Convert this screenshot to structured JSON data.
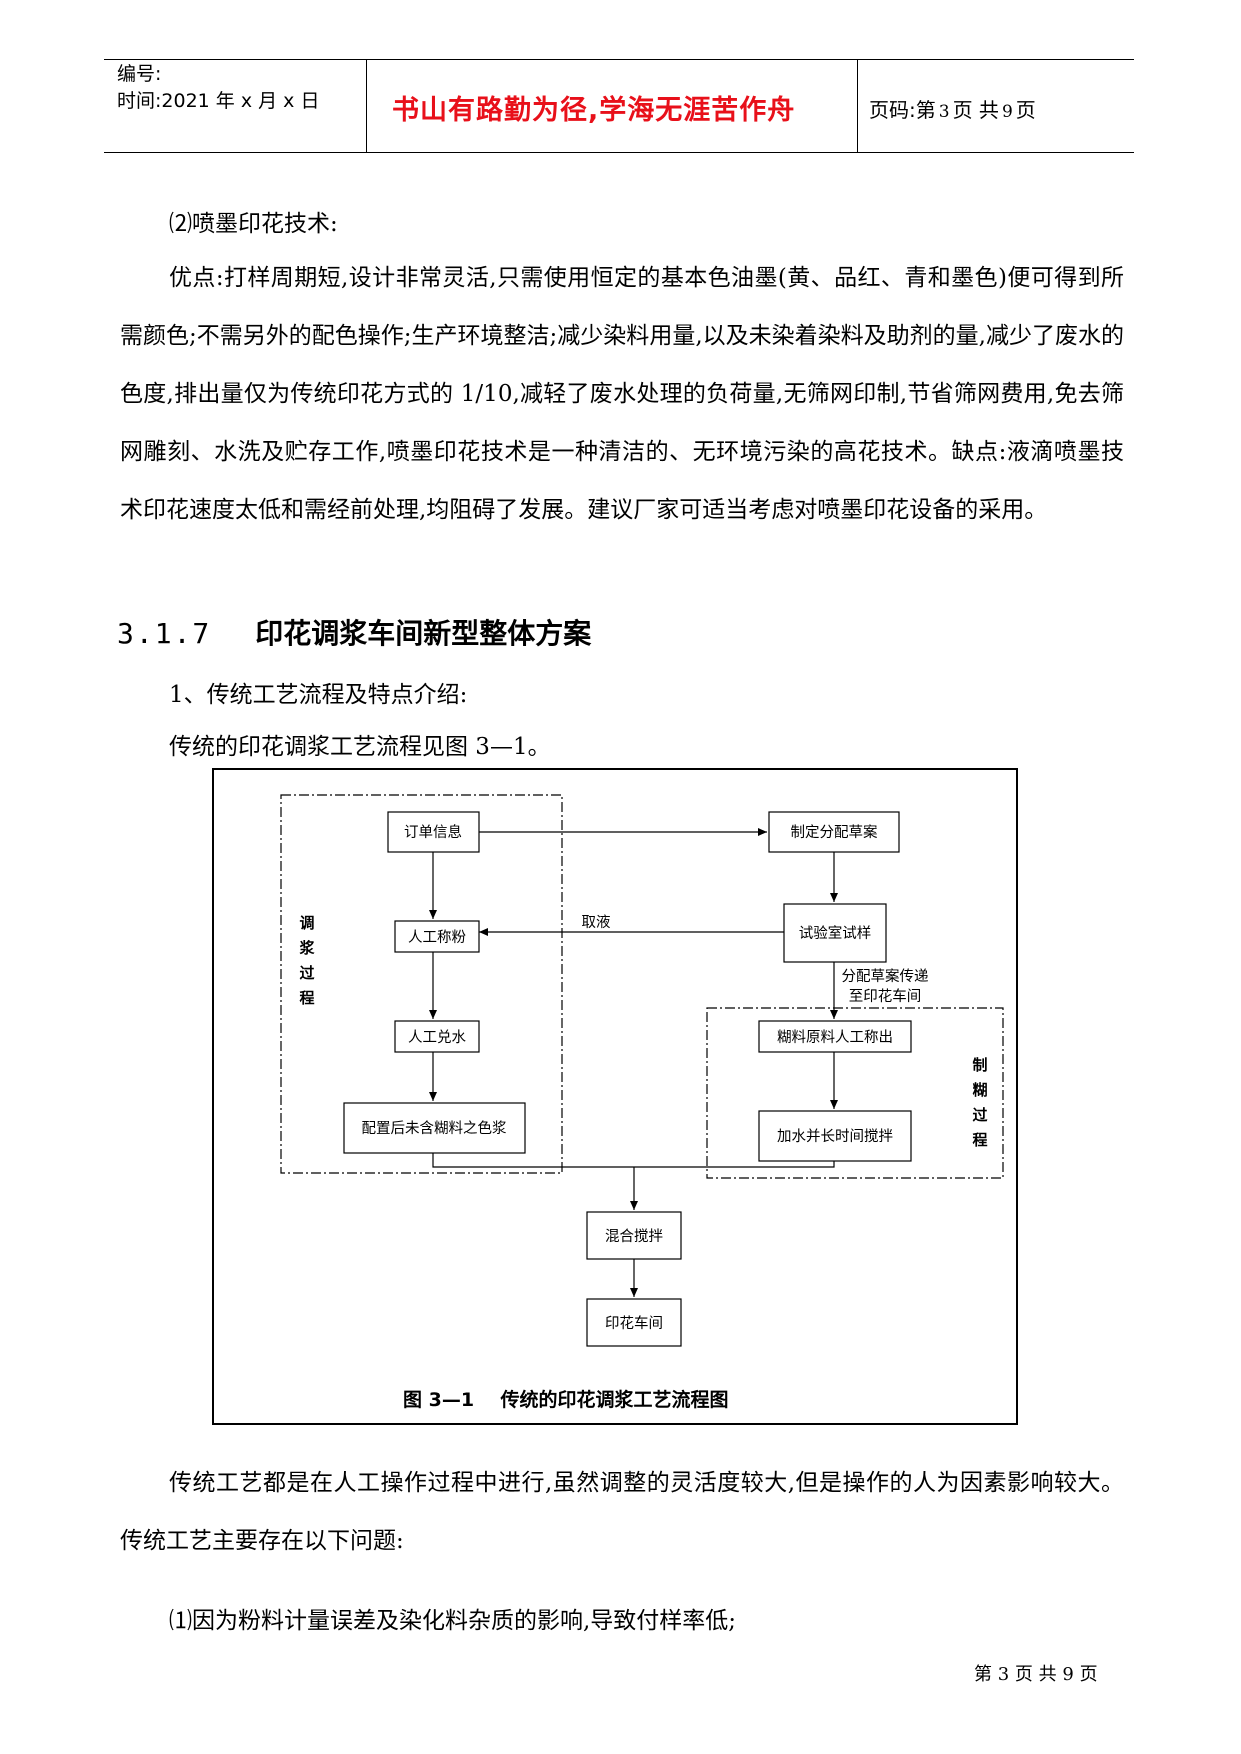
{
  "header": {
    "number_label": "编号:",
    "time_label": "时间:2021 年 x 月 x 日",
    "motto": "书山有路勤为径,学海无涯苦作舟",
    "page_prefix": "页码:第",
    "page_current": "3",
    "page_middle": "页  共",
    "page_total": "9",
    "page_suffix": "页"
  },
  "section_inkjet": {
    "title": "⑵喷墨印花技术:",
    "paragraph": "优点:打样周期短,设计非常灵活,只需使用恒定的基本色油墨(黄、品红、青和墨色)便可得到所需颜色;不需另外的配色操作;生产环境整洁;减少染料用量,以及未染着染料及助剂的量,减少了废水的色度,排出量仅为传统印花方式的 1/10,减轻了废水处理的负荷量,无筛网印制,节省筛网费用,免去筛网雕刻、水洗及贮存工作,喷墨印花技术是一种清洁的、无环境污染的高花技术。缺点:液滴喷墨技术印花速度太低和需经前处理,均阻碍了发展。建议厂家可适当考虑对喷墨印花设备的采用。"
  },
  "heading": {
    "number": "3.1.7",
    "title": "印花调浆车间新型整体方案"
  },
  "intro": {
    "item1": "1、传统工艺流程及特点介绍:",
    "ref": "传统的印花调浆工艺流程见图 3—1。"
  },
  "flowchart": {
    "nodes": {
      "order_info": "订单信息",
      "draft_plan": "制定分配草案",
      "manual_weigh": "人工称粉",
      "lab_sample": "试验室试样",
      "manual_water": "人工兑水",
      "paste_weigh": "糊料原料人工称出",
      "color_paste": "配置后未含糊料之色浆",
      "long_stir": "加水并长时间搅拌",
      "mix_stir": "混合搅拌",
      "print_workshop": "印花车间"
    },
    "labels": {
      "take_liquid": "取液",
      "transfer_1": "分配草案传递",
      "transfer_2": "至印花车间"
    },
    "groups": {
      "left": [
        "调",
        "浆",
        "过",
        "程"
      ],
      "right": [
        "制",
        "糊",
        "过",
        "程"
      ]
    },
    "caption": "图 3—1    传统的印花调浆工艺流程图"
  },
  "after": {
    "paragraph": "传统工艺都是在人工操作过程中进行,虽然调整的灵活度较大,但是操作的人为因素影响较大。传统工艺主要存在以下问题:",
    "item1": "⑴因为粉料计量误差及染化料杂质的影响,导致付样率低;"
  },
  "footer": {
    "prefix": "第",
    "current": "3",
    "middle": "页  共",
    "total": "9",
    "suffix": "页"
  }
}
